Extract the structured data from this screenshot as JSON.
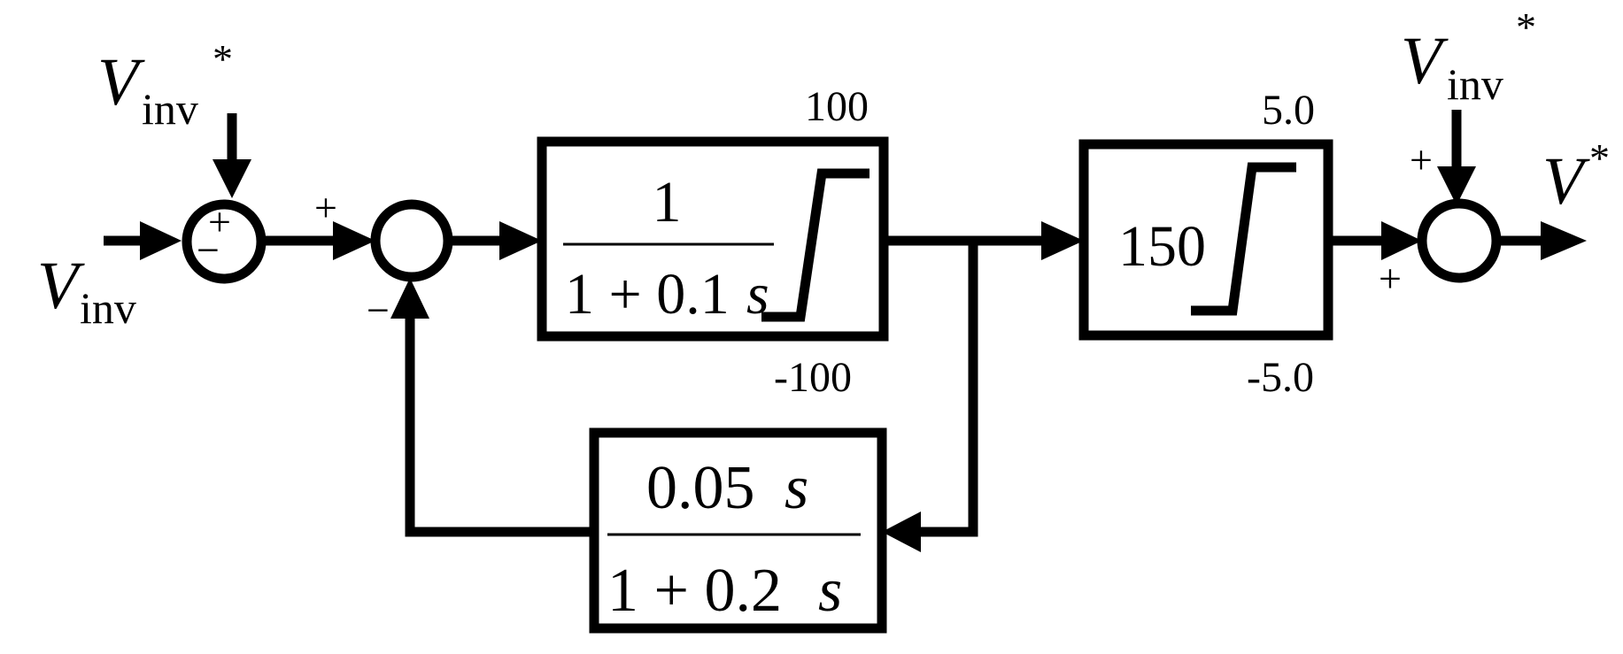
{
  "inputs": {
    "v_main": "V",
    "v_main_sub": "inv",
    "v_ref": "V",
    "v_ref_sub": "inv",
    "v_ref_sup": "*"
  },
  "sum1": {
    "plus": "+",
    "minus": "−"
  },
  "sum2": {
    "plus": "+",
    "minus": "−"
  },
  "block1": {
    "numerator": "1",
    "denominator": "1 + 0.1",
    "denominator_var": "s",
    "upper_limit": "100",
    "lower_limit": "-100"
  },
  "block2": {
    "gain": "150",
    "upper_limit": "5.0",
    "lower_limit": "-5.0"
  },
  "feedback": {
    "numerator": "0.05",
    "numerator_var": "s",
    "denominator": "1 + 0.2",
    "denominator_var": "s"
  },
  "sum3": {
    "plus_top": "+",
    "plus_bottom": "+",
    "v_ref": "V",
    "v_ref_sub": "inv",
    "v_ref_sup": "*"
  },
  "output": {
    "label": "V",
    "sup": "*"
  }
}
